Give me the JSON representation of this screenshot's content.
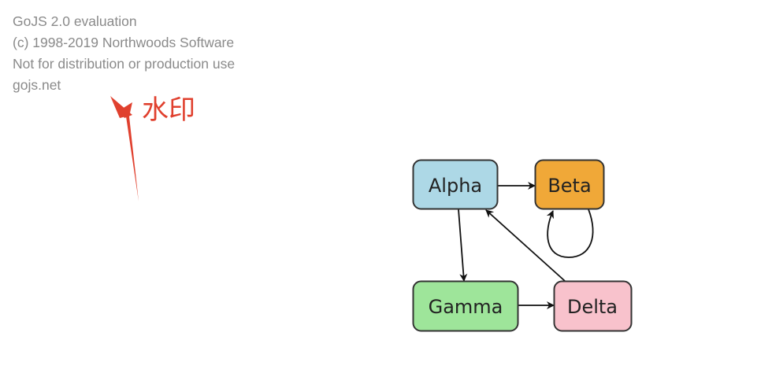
{
  "watermark": {
    "lines": [
      "GoJS 2.0 evaluation",
      "(c) 1998-2019 Northwoods Software",
      "Not for distribution or production use",
      "gojs.net"
    ]
  },
  "annotation": {
    "label": "水印",
    "color": "#e0402e"
  },
  "diagram": {
    "nodes": [
      {
        "key": "Alpha",
        "label": "Alpha",
        "color": "#add8e6"
      },
      {
        "key": "Beta",
        "label": "Beta",
        "color": "#f0a838"
      },
      {
        "key": "Gamma",
        "label": "Gamma",
        "color": "#9ee59a"
      },
      {
        "key": "Delta",
        "label": "Delta",
        "color": "#f8c2cc"
      }
    ],
    "links": [
      {
        "from": "Alpha",
        "to": "Beta"
      },
      {
        "from": "Alpha",
        "to": "Gamma"
      },
      {
        "from": "Beta",
        "to": "Beta"
      },
      {
        "from": "Gamma",
        "to": "Delta"
      },
      {
        "from": "Delta",
        "to": "Alpha"
      }
    ]
  }
}
